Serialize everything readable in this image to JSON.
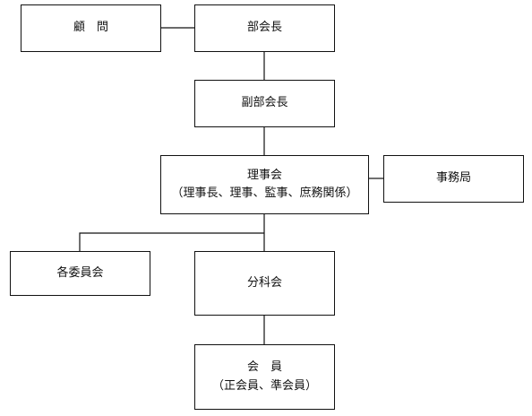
{
  "org_chart": {
    "advisor": "顧　問",
    "division_head": "部会長",
    "vice_division_head": "副部会長",
    "board": {
      "title": "理事会",
      "members": "（理事長、理事、監事、庶務関係）"
    },
    "secretariat": "事務局",
    "committees": "各委員会",
    "subcommittees": "分科会",
    "members": {
      "title": "会　員",
      "types": "（正会員、準会員）"
    }
  }
}
